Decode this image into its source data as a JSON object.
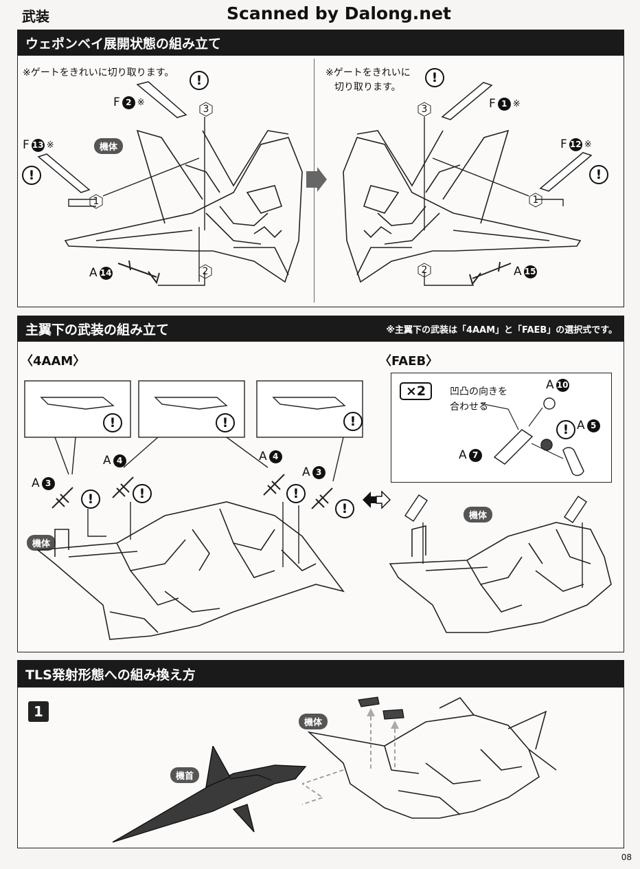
{
  "header": {
    "section_label": "武装",
    "watermark": "Scanned by Dalong.net"
  },
  "panel1": {
    "title": "ウェポンベイ展開状態の組み立て",
    "note_left": "※ゲートをきれいに切り取ります。",
    "note_right_line1": "※ゲートをきれいに",
    "note_right_line2": "切り取ります。",
    "body_tag": "機体",
    "parts": [
      {
        "runner": "F",
        "num": "2",
        "mark": "※"
      },
      {
        "runner": "F",
        "num": "13",
        "mark": "※"
      },
      {
        "runner": "A",
        "num": "14",
        "mark": ""
      },
      {
        "runner": "F",
        "num": "1",
        "mark": "※"
      },
      {
        "runner": "F",
        "num": "12",
        "mark": "※"
      },
      {
        "runner": "A",
        "num": "15",
        "mark": ""
      }
    ],
    "steps": [
      "3",
      "1",
      "2",
      "3",
      "1",
      "2"
    ]
  },
  "panel2": {
    "title": "主翼下の武装の組み立て",
    "note": "※主翼下の武装は「4AAM」と「FAEB」の選択式です。",
    "sub_4aam": "〈4AAM〉",
    "sub_faeb": "〈FAEB〉",
    "body_tag": "機体",
    "parts_4aam": [
      {
        "runner": "A",
        "num": "3"
      },
      {
        "runner": "A",
        "num": "4"
      },
      {
        "runner": "A",
        "num": "4"
      },
      {
        "runner": "A",
        "num": "3"
      }
    ],
    "x2": "×2",
    "align_note_line1": "凹凸の向きを",
    "align_note_line2": "合わせる",
    "parts_faeb": [
      {
        "runner": "A",
        "num": "10"
      },
      {
        "runner": "A",
        "num": "5"
      },
      {
        "runner": "A",
        "num": "7"
      }
    ]
  },
  "panel3": {
    "title": "TLS発射形態への組み換え方",
    "step": "1",
    "body_tag": "機体",
    "nose_tag": "機首"
  },
  "page_number": "08",
  "warn_symbol": "!"
}
